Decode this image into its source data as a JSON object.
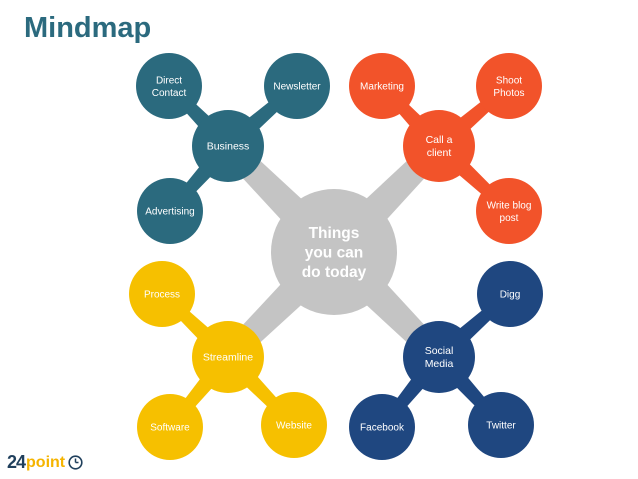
{
  "page": {
    "title": "Mindmap"
  },
  "center": {
    "label": [
      "Things",
      "you can",
      "do today"
    ],
    "color": "#c4c4c4"
  },
  "branches": [
    {
      "key": "business",
      "label": [
        "Business"
      ],
      "color": "#2b6a7e",
      "children": [
        {
          "key": "direct-contact",
          "label": [
            "Direct",
            "Contact"
          ]
        },
        {
          "key": "newsletter",
          "label": [
            "Newsletter"
          ]
        },
        {
          "key": "advertising",
          "label": [
            "Advertising"
          ]
        }
      ]
    },
    {
      "key": "call-a-client",
      "label": [
        "Call a",
        "client"
      ],
      "color": "#f2532a",
      "children": [
        {
          "key": "marketing",
          "label": [
            "Marketing"
          ]
        },
        {
          "key": "shoot-photos",
          "label": [
            "Shoot",
            "Photos"
          ]
        },
        {
          "key": "write-blog-post",
          "label": [
            "Write blog",
            "post"
          ]
        }
      ]
    },
    {
      "key": "streamline",
      "label": [
        "Streamline"
      ],
      "color": "#f6c000",
      "textColor": "#3a2f00",
      "children": [
        {
          "key": "process",
          "label": [
            "Process"
          ]
        },
        {
          "key": "software",
          "label": [
            "Software"
          ]
        },
        {
          "key": "website",
          "label": [
            "Website"
          ]
        }
      ]
    },
    {
      "key": "social-media",
      "label": [
        "Social",
        "Media"
      ],
      "color": "#1f4780",
      "children": [
        {
          "key": "digg",
          "label": [
            "Digg"
          ]
        },
        {
          "key": "facebook",
          "label": [
            "Facebook"
          ]
        },
        {
          "key": "twitter",
          "label": [
            "Twitter"
          ]
        }
      ]
    }
  ],
  "logo": {
    "number": "24",
    "word": "point",
    "icon": "clock-icon"
  }
}
